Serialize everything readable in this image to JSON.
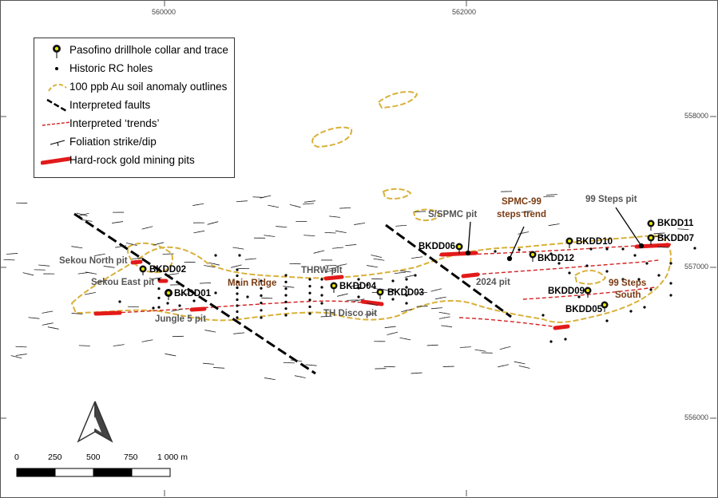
{
  "coordinates": {
    "x_ticks": [
      "560000",
      "562000"
    ],
    "y_ticks": [
      "558000",
      "557000",
      "556000"
    ]
  },
  "legend": [
    {
      "symbol": "drillhole-collar-icon",
      "label": "Pasofino drillhole collar and trace"
    },
    {
      "symbol": "rc-hole-dot-icon",
      "label": "Historic RC holes"
    },
    {
      "symbol": "soil-anomaly-outline-icon",
      "label": "100 ppb Au soil anomaly outlines"
    },
    {
      "symbol": "fault-line-icon",
      "label": "Interpreted faults"
    },
    {
      "symbol": "trend-line-icon",
      "label": "Interpreted ‘trends’"
    },
    {
      "symbol": "foliation-icon",
      "label": "Foliation strike/dip"
    },
    {
      "symbol": "mining-pit-icon",
      "label": "Hard-rock gold mining pits"
    }
  ],
  "drillholes": [
    "BKDD01",
    "BKDD02",
    "BKDD03",
    "BKDD04",
    "BKDD05",
    "BKDD06",
    "BKDD07",
    "BKDD09",
    "BKDD10",
    "BKDD11",
    "BKDD12"
  ],
  "pit_labels": [
    "Sekou North pit",
    "Sekou East pit",
    "Jungle 5 pit",
    "THRW pit",
    "TH Disco pit",
    "S/SPMC pit",
    "2024 pit",
    "99 Steps pit"
  ],
  "trend_labels": [
    "Main Ridge",
    "SPMC-99",
    "steps trend",
    "99 Steps",
    "South"
  ],
  "scale_bar": {
    "ticks": [
      "0",
      "250",
      "500",
      "750",
      "1 000 m"
    ]
  },
  "colors": {
    "soil_outline": "#d9b13a",
    "pit": "#e21a1a",
    "trend": "#d42020",
    "fault": "#000000",
    "trend_label": "#7a3b12"
  }
}
